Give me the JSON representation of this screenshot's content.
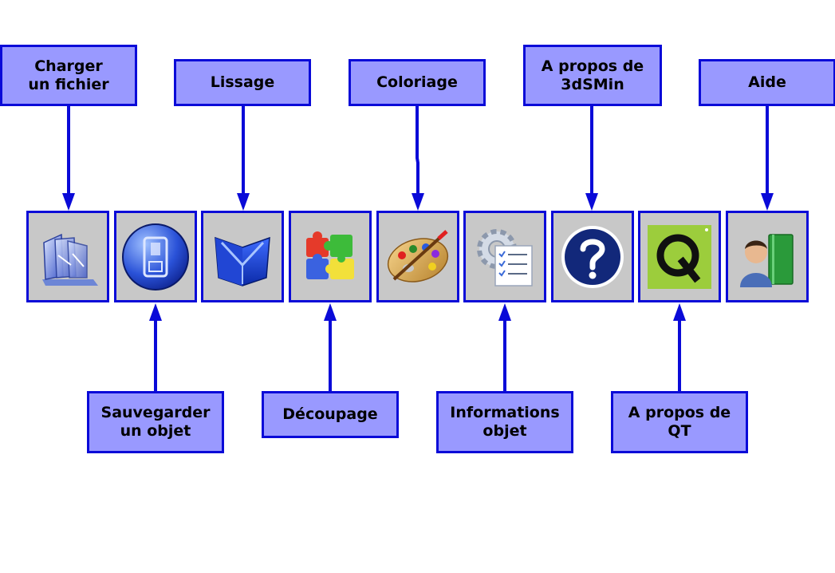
{
  "toolbar": {
    "buttons": [
      {
        "id": "load",
        "icon": "file-open-icon"
      },
      {
        "id": "save",
        "icon": "save-disk-icon"
      },
      {
        "id": "smooth",
        "icon": "smoothing-shape-icon"
      },
      {
        "id": "cut",
        "icon": "puzzle-pieces-icon"
      },
      {
        "id": "color",
        "icon": "paint-palette-icon"
      },
      {
        "id": "info",
        "icon": "gear-checklist-icon"
      },
      {
        "id": "about",
        "icon": "question-mark-icon"
      },
      {
        "id": "aboutqt",
        "icon": "qt-logo-icon"
      },
      {
        "id": "help",
        "icon": "user-book-icon"
      }
    ]
  },
  "labels": {
    "load": "Charger\nun fichier",
    "smooth": "Lissage",
    "color": "Coloriage",
    "about": "A propos de\n3dSMin",
    "help": "Aide",
    "save": "Sauvegarder\nun objet",
    "cut": "Découpage",
    "info": "Informations\nobjet",
    "aboutqt": "A propos de\nQT"
  },
  "colors": {
    "callout_fill": "#9999ff",
    "callout_border": "#0a0ad8",
    "arrow": "#0a0ad8",
    "tile_fill": "#c8c8c8"
  }
}
